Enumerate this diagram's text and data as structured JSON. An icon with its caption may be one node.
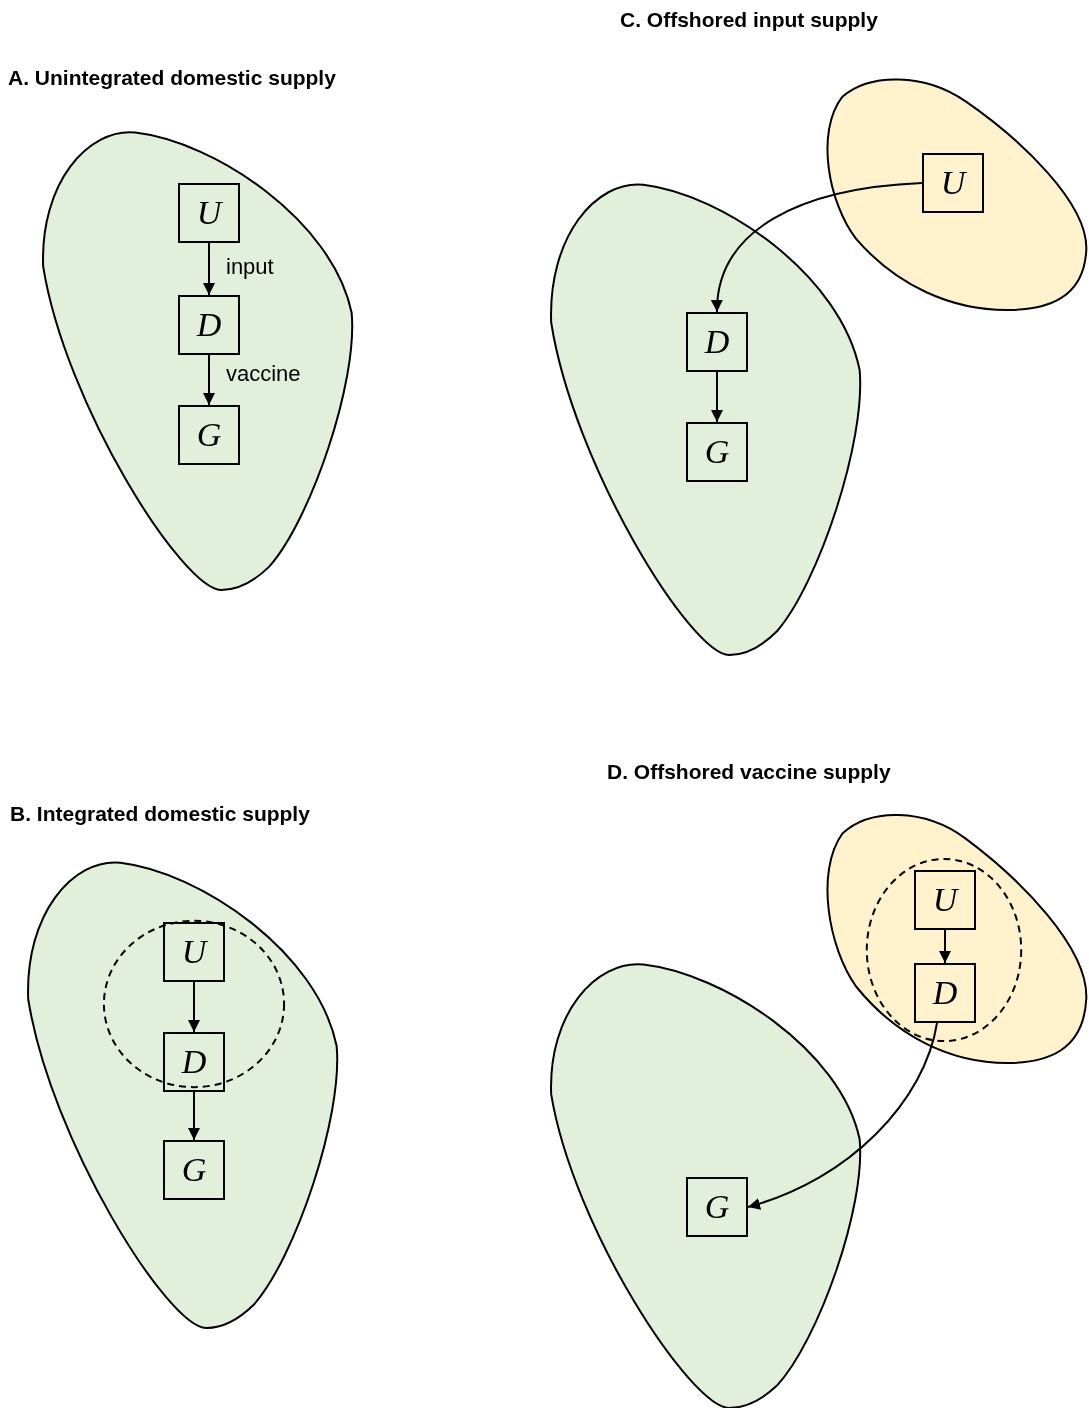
{
  "diagram": {
    "nodes": [
      {
        "text": [],
        "shape": "blob"
      },
      {
        "text": [
          "U"
        ],
        "in": 0
      },
      {
        "text": [
          "D"
        ],
        "in": 0
      },
      {
        "text": [
          "G"
        ],
        "in": 0
      },
      {
        "text": [],
        "shape": "blob"
      },
      {
        "text": [
          "D"
        ],
        "in": 4
      },
      {
        "text": [
          "G"
        ],
        "in": 4
      },
      {
        "text": [],
        "shape": "blob"
      },
      {
        "text": [
          "U"
        ],
        "in": 7
      },
      {
        "text": [],
        "shape": "blob"
      },
      {
        "text": [],
        "shape": "circle",
        "in": 9
      },
      {
        "text": [
          "U"
        ],
        "in": 10
      },
      {
        "text": [
          "D"
        ],
        "in": 10
      },
      {
        "text": [
          "G"
        ],
        "in": 9
      },
      {
        "text": [],
        "shape": "blob"
      },
      {
        "text": [
          "G"
        ],
        "in": 14
      },
      {
        "text": [],
        "shape": "blob"
      },
      {
        "text": [],
        "shape": "circle",
        "in": 16
      },
      {
        "text": [
          "U"
        ],
        "in": 17
      },
      {
        "text": [
          "D"
        ],
        "in": 17
      }
    ],
    "edges": [
      {
        "from": 1,
        "to": 2,
        "arrow": "to",
        "label": "input"
      },
      {
        "from": 2,
        "to": 3,
        "arrow": "to",
        "label": "vaccine"
      },
      {
        "from": 8,
        "to": 5,
        "arrow": "to"
      },
      {
        "from": 5,
        "to": 6,
        "arrow": "to"
      },
      {
        "from": 11,
        "to": 12,
        "arrow": "to"
      },
      {
        "from": 12,
        "to": 13,
        "arrow": "to"
      },
      {
        "from": 18,
        "to": 19,
        "arrow": "to"
      },
      {
        "from": 19,
        "to": 15,
        "arrow": "to"
      }
    ],
    "labels": [
      "C. Offshored input supply",
      "A. Unintegrated domestic supply",
      "D. Offshored vaccine supply",
      "B. Integrated domestic supply"
    ]
  }
}
